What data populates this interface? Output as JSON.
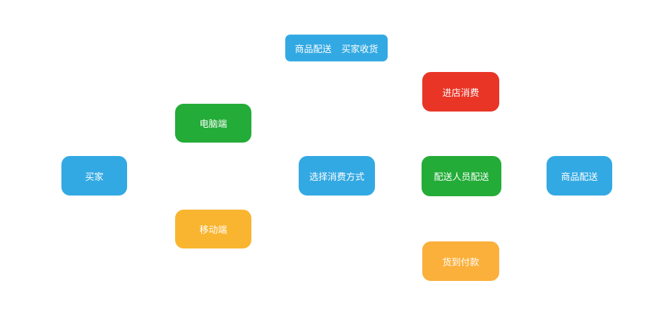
{
  "header": {
    "left": "商品配送",
    "right": "买家收货"
  },
  "nodes": {
    "buyer": "买家",
    "pc": "电脑端",
    "mobile": "移动端",
    "choose": "选择消费方式",
    "instore": "进店消费",
    "courier": "配送人员配送",
    "deliver": "商品配送",
    "cod": "货到付款"
  },
  "colors": {
    "blue": "#33a9e3",
    "green": "#23ac38",
    "yellow": "#f9b52f",
    "red": "#e93526",
    "orange": "#fbb03b"
  }
}
